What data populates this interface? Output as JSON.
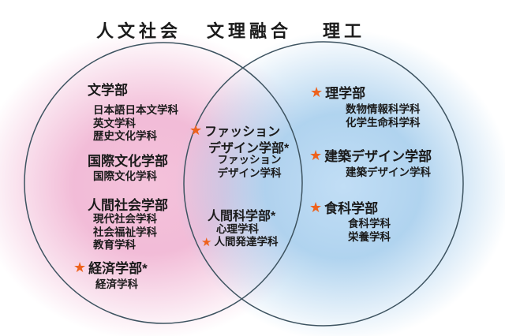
{
  "headers": {
    "humanities": "人文社会",
    "fusion": "文理融合",
    "science": "理工"
  },
  "star_glyph": "★",
  "colors": {
    "star": "#ee621c",
    "circle_stroke": "#3d5360",
    "pink": "#f1b6d4",
    "blue": "#acd1ee"
  },
  "humanities": {
    "letters_faculty": "文学部",
    "letters_depts": [
      "日本語日本文学科",
      "英文学科",
      "歴史文化学科"
    ],
    "intl_faculty": "国際文化学部",
    "intl_depts": [
      "国際文化学科"
    ],
    "society_faculty": "人間社会学部",
    "society_depts": [
      "現代社会学科",
      "社会福祉学科",
      "教育学科"
    ],
    "economics_faculty": "経済学部*",
    "economics_depts": [
      "経済学科"
    ]
  },
  "fusion": {
    "fashion_faculty_line1": "ファッション",
    "fashion_faculty_line2": "デザイン学部*",
    "fashion_dept_line1": "ファッション",
    "fashion_dept_line2": "デザイン学科",
    "human_science_faculty": "人間科学部*",
    "psychology_dept": "心理学科",
    "human_dev_dept": "人間発達学科"
  },
  "science": {
    "science_faculty": "理学部",
    "science_depts": [
      "数物情報科学科",
      "化学生命科学科"
    ],
    "architecture_faculty": "建築デザイン学部",
    "architecture_depts": [
      "建築デザイン学科"
    ],
    "food_faculty": "食科学部",
    "food_depts": [
      "食科学科",
      "栄養学科"
    ]
  }
}
